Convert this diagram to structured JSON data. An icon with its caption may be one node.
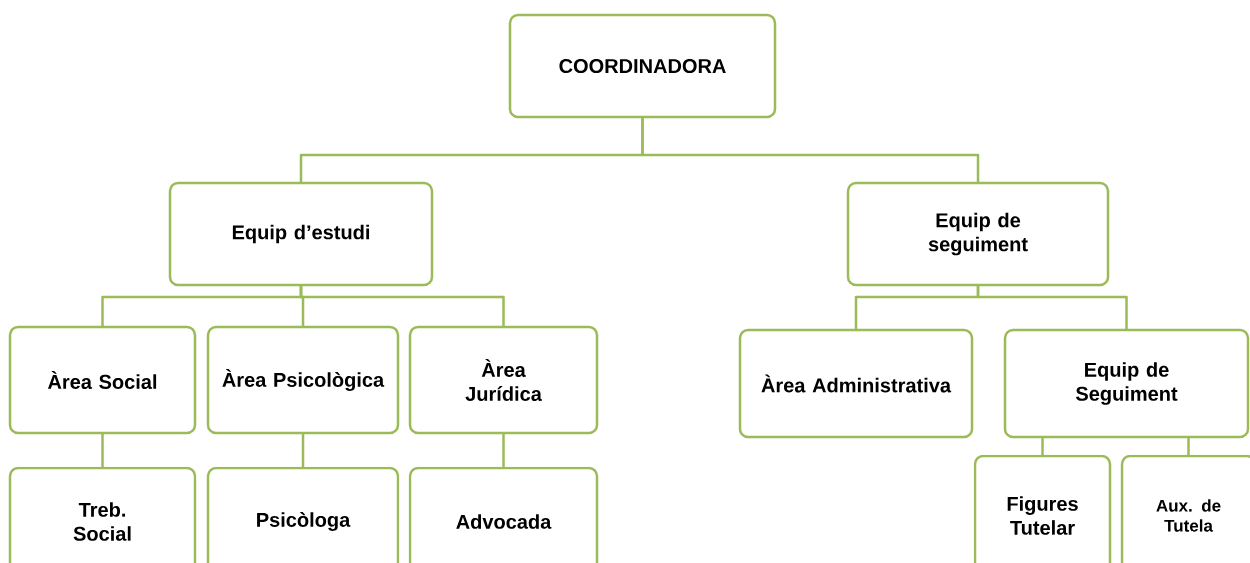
{
  "diagram": {
    "nodes": [
      {
        "text": [
          "COORDINADORA"
        ]
      },
      {
        "text": [
          "Equip d’estudi"
        ]
      },
      {
        "text": [
          "Equip de seguiment"
        ]
      },
      {
        "text": [
          "Àrea Social"
        ]
      },
      {
        "text": [
          "Àrea Psicològica"
        ]
      },
      {
        "text": [
          "Àrea Jurídica"
        ]
      },
      {
        "text": [
          "Àrea Administrativa"
        ]
      },
      {
        "text": [
          "Equip de Seguiment"
        ]
      },
      {
        "text": [
          "Treb. Social"
        ]
      },
      {
        "text": [
          "Psicòloga"
        ]
      },
      {
        "text": [
          "Advocada"
        ]
      },
      {
        "text": [
          "Figures Tutelar"
        ]
      },
      {
        "text": [
          "Aux. de Tutela"
        ]
      }
    ],
    "edges": [
      {
        "from": 0,
        "to": 1,
        "arrow": "none"
      },
      {
        "from": 0,
        "to": 2,
        "arrow": "none"
      },
      {
        "from": 1,
        "to": 3,
        "arrow": "none"
      },
      {
        "from": 1,
        "to": 4,
        "arrow": "none"
      },
      {
        "from": 1,
        "to": 5,
        "arrow": "none"
      },
      {
        "from": 2,
        "to": 6,
        "arrow": "none"
      },
      {
        "from": 2,
        "to": 7,
        "arrow": "none"
      },
      {
        "from": 3,
        "to": 8,
        "arrow": "none"
      },
      {
        "from": 4,
        "to": 9,
        "arrow": "none"
      },
      {
        "from": 5,
        "to": 10,
        "arrow": "none"
      },
      {
        "from": 7,
        "to": 11,
        "arrow": "none"
      },
      {
        "from": 7,
        "to": 12,
        "arrow": "none"
      }
    ]
  }
}
